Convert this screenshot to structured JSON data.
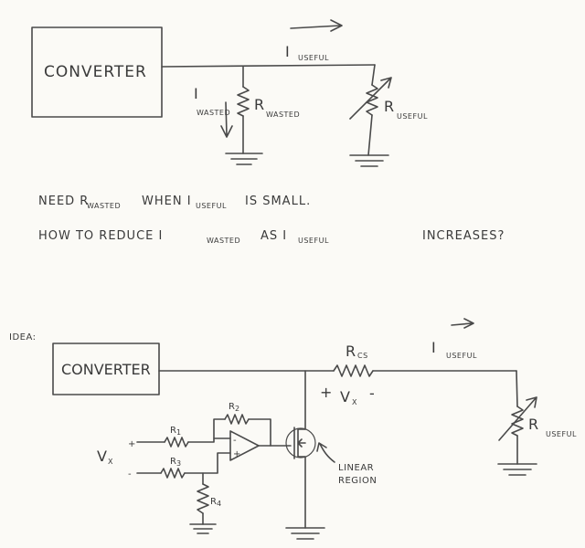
{
  "top_circuit": {
    "converter": "CONVERTER",
    "i_useful": {
      "main": "I",
      "sub": "USEFUL"
    },
    "i_wasted": {
      "main": "I",
      "sub": "WASTED"
    },
    "r_wasted": {
      "main": "R",
      "sub": "WASTED"
    },
    "r_useful": {
      "main": "R",
      "sub": "USEFUL"
    }
  },
  "notes": {
    "line1": {
      "a": "NEED R",
      "a_sub": "WASTED",
      "b": "WHEN I",
      "b_sub": "USEFUL",
      "c": "IS SMALL."
    },
    "line2": {
      "a": "HOW TO REDUCE I",
      "a_sub": "WASTED",
      "b": "AS I",
      "b_sub": "USEFUL",
      "c": "INCREASES?"
    }
  },
  "bottom_circuit": {
    "idea": "IDEA:",
    "converter": "CONVERTER",
    "r_cs": {
      "main": "R",
      "sub": "CS"
    },
    "vx_plus": "+",
    "vx_label": {
      "main": "V",
      "sub": "X"
    },
    "vx_minus": "-",
    "i_useful": {
      "main": "I",
      "sub": "USEFUL"
    },
    "r_useful": {
      "main": "R",
      "sub": "USEFUL"
    },
    "r1": {
      "main": "R",
      "sub": "1"
    },
    "r2": {
      "main": "R",
      "sub": "2"
    },
    "r3": {
      "main": "R",
      "sub": "3"
    },
    "r4": {
      "main": "R",
      "sub": "4"
    },
    "input_plus": "+",
    "input_minus": "-",
    "input_vx": {
      "main": "V",
      "sub": "X"
    },
    "opamp_minus": "-",
    "opamp_plus": "+",
    "linear_region_1": "LINEAR",
    "linear_region_2": "REGION"
  }
}
